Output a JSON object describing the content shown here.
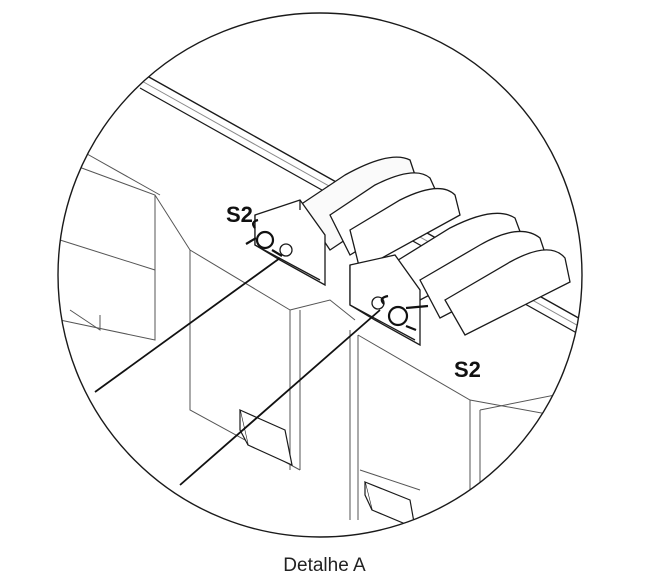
{
  "detail": {
    "caption": "Detalhe A",
    "label_upper": "S2",
    "label_lower": "S2"
  },
  "colors": {
    "line": "#1a1a1a",
    "light_line": "#8a8a8a",
    "caption_underline": "#c23b3b",
    "background": "#ffffff"
  }
}
